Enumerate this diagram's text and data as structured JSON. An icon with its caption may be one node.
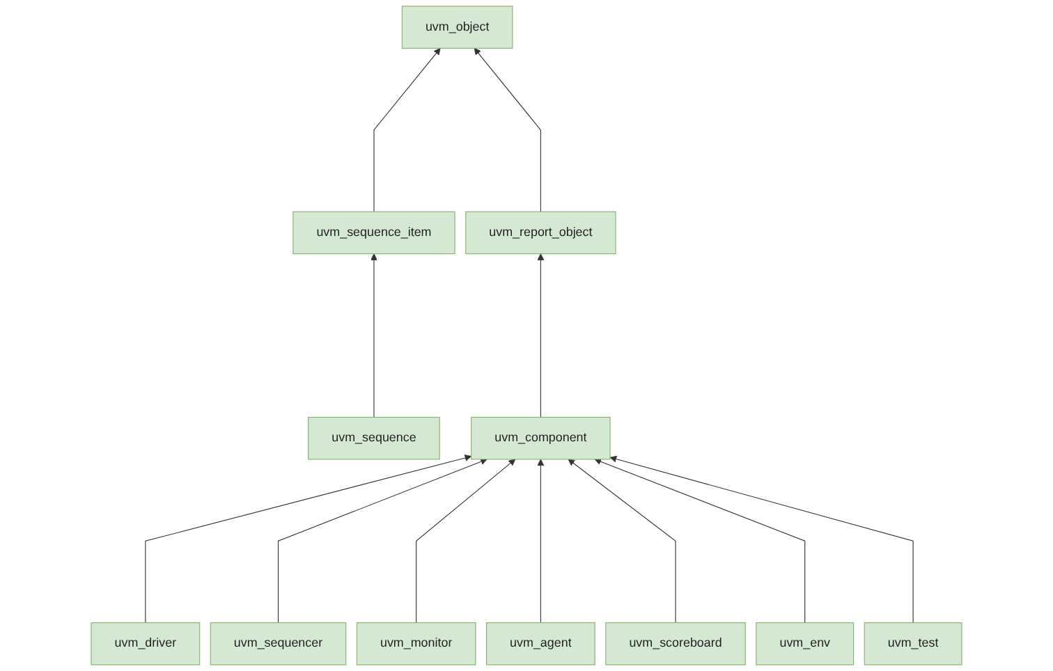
{
  "diagram": {
    "nodes": [
      {
        "text": [
          "uvm_object"
        ]
      },
      {
        "text": [
          "uvm_sequence_item"
        ]
      },
      {
        "text": [
          "uvm_sequence"
        ]
      },
      {
        "text": [
          "uvm_report_object"
        ]
      },
      {
        "text": [
          "uvm_component"
        ]
      },
      {
        "text": [
          "uvm_driver"
        ]
      },
      {
        "text": [
          "uvm_sequencer"
        ]
      },
      {
        "text": [
          "uvm_monitor"
        ]
      },
      {
        "text": [
          "uvm_agent"
        ]
      },
      {
        "text": [
          "uvm_scoreboard"
        ]
      },
      {
        "text": [
          "uvm_env"
        ]
      },
      {
        "text": [
          "uvm_test"
        ]
      }
    ],
    "edges": [
      {
        "from": 1,
        "to": 0,
        "arrow": "to"
      },
      {
        "from": 2,
        "to": 1,
        "arrow": "to"
      },
      {
        "from": 3,
        "to": 0,
        "arrow": "to"
      },
      {
        "from": 4,
        "to": 3,
        "arrow": "to"
      },
      {
        "from": 5,
        "to": 4,
        "arrow": "to"
      },
      {
        "from": 6,
        "to": 4,
        "arrow": "to"
      },
      {
        "from": 7,
        "to": 4,
        "arrow": "to"
      },
      {
        "from": 8,
        "to": 4,
        "arrow": "to"
      },
      {
        "from": 9,
        "to": 4,
        "arrow": "to"
      },
      {
        "from": 10,
        "to": 4,
        "arrow": "to"
      },
      {
        "from": 11,
        "to": 4,
        "arrow": "to"
      }
    ]
  }
}
